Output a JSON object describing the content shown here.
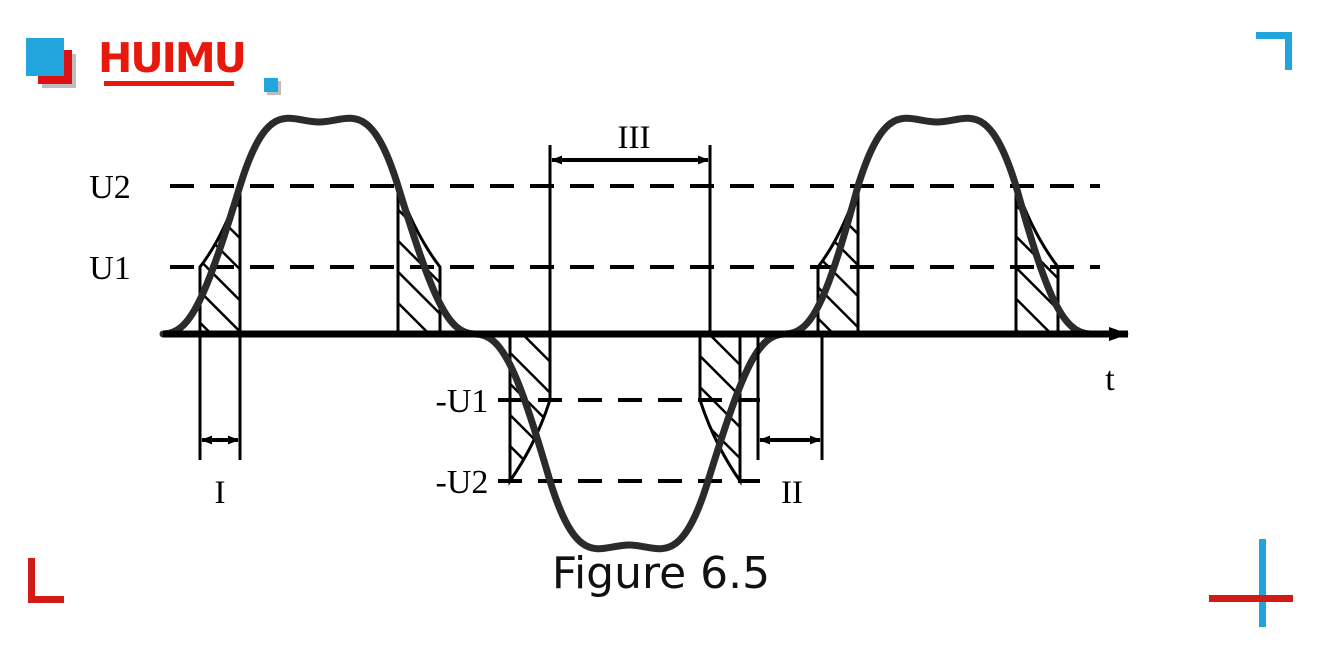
{
  "logo": {
    "wordmark": "HUIMU",
    "square_cyan_color": "#21a5dc",
    "square_red_color": "#dd1111",
    "shadow_color": "#bdbdbd",
    "wordmark_color": "#e8180c"
  },
  "corner_marks": {
    "top_right_color": "#21a5dc",
    "bottom_left_color": "#d21b14",
    "bottom_right_vertical_color": "#21a5dc",
    "bottom_right_horizontal_color": "#d21b14"
  },
  "caption": {
    "text": "Figure 6.5"
  },
  "chart_data": {
    "type": "line",
    "title": "Figure 6.5",
    "xlabel": "t",
    "ylabel": "",
    "description": "Sine waveform with hysteresis comparator thresholds U1 and U2, hatched conduction intervals",
    "axis_label_x": "t",
    "threshold_labels": [
      "U2",
      "U1",
      "-U1",
      "-U2"
    ],
    "threshold_values": [
      2,
      1,
      -1,
      -2
    ],
    "interval_labels": [
      "I",
      "II",
      "III"
    ],
    "ylim": [
      -3.1,
      3.1
    ],
    "xlim": [
      0,
      2.05
    ],
    "grid": false,
    "legend": false,
    "series": [
      {
        "name": "sine",
        "amplitude": 3,
        "periods": 2,
        "points": 400
      }
    ],
    "hatched_regions": [
      {
        "name": "rise-1",
        "sign": "positive",
        "from_level": 1,
        "to_level": 2
      },
      {
        "name": "fall-1",
        "sign": "positive",
        "from_level": 2,
        "to_level": 1
      },
      {
        "name": "neg-fall-1",
        "sign": "negative",
        "from_level": -1,
        "to_level": -2
      },
      {
        "name": "neg-rise-1",
        "sign": "negative",
        "from_level": -2,
        "to_level": -1
      },
      {
        "name": "rise-2",
        "sign": "positive",
        "from_level": 1,
        "to_level": 2
      },
      {
        "name": "fall-2",
        "sign": "positive",
        "from_level": 2,
        "to_level": 1
      }
    ]
  },
  "annotations": {
    "label_u2": "U2",
    "label_u1": "U1",
    "label_neg_u1": "-U1",
    "label_neg_u2": "-U2",
    "label_t": "t",
    "label_interval_1": "I",
    "label_interval_2": "II",
    "label_interval_3": "III"
  },
  "colors": {
    "curve": "#2b2b2b",
    "axis": "#000000",
    "hatch": "#000000",
    "dashed": "#000000"
  }
}
